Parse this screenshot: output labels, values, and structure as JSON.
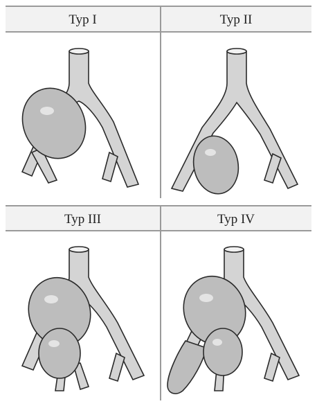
{
  "panels": [
    {
      "label": "Typ I"
    },
    {
      "label": "Typ II"
    },
    {
      "label": "Typ III"
    },
    {
      "label": "Typ IV"
    }
  ],
  "colors": {
    "vessel_fill": "#d4d4d4",
    "vessel_stroke": "#2a2a2a",
    "aneurysm_fill": "#bdbdbd",
    "divider": "#9a9a9a"
  }
}
